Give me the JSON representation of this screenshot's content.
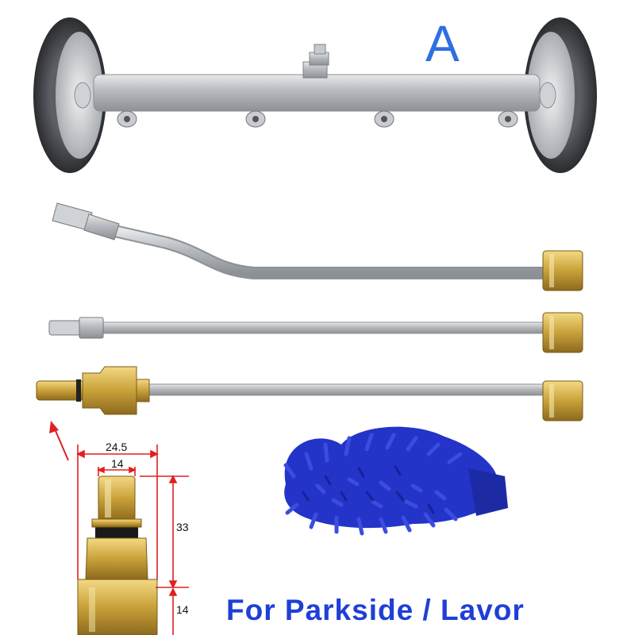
{
  "product": {
    "variant_letter": "A",
    "caption": "For Parkside / Lavor",
    "components": [
      "surface-cleaner-bar",
      "curved-extension-wand",
      "straight-extension-wand",
      "parkside-adapter-wand",
      "microfiber-wash-mitt"
    ]
  },
  "dimensions": {
    "width_outer": "24.5",
    "width_inner": "14",
    "height_upper": "33",
    "height_lower": "14"
  },
  "colors": {
    "letter": "#2f6fe0",
    "caption": "#1f3fd6",
    "dimension_lines": "#e02020",
    "brass": "#c9a13a",
    "steel": "#b9bcc0",
    "mitt": "#2433c8"
  },
  "icons": {
    "pointer": "red-arrow-icon"
  }
}
